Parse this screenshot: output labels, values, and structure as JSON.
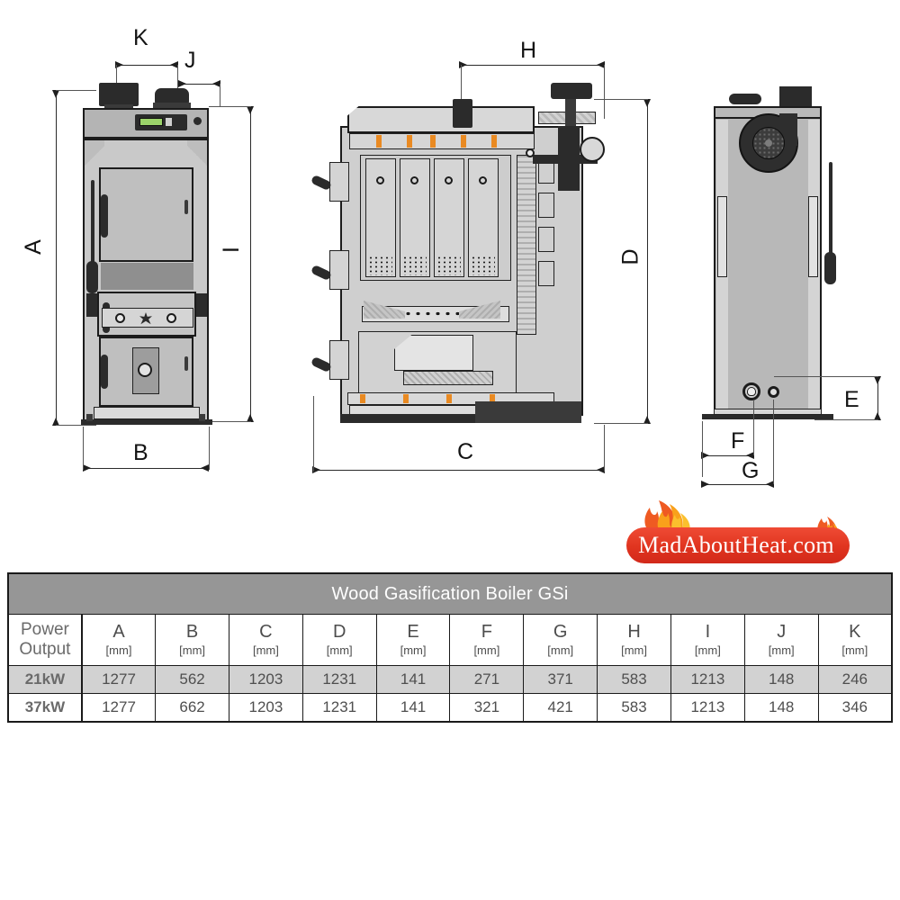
{
  "diagram": {
    "title": "Wood Gasification Boiler GSi dimensional drawing",
    "views": [
      {
        "id": "front",
        "name": "Front view"
      },
      {
        "id": "section",
        "name": "Side cross-section view"
      },
      {
        "id": "rear",
        "name": "Rear view"
      }
    ],
    "dimension_labels": {
      "A": "A",
      "B": "B",
      "C": "C",
      "D": "D",
      "E": "E",
      "F": "F",
      "G": "G",
      "H": "H",
      "I": "I",
      "J": "J",
      "K": "K"
    }
  },
  "logo": {
    "text": "MadAboutHeat.com",
    "flame_colors": [
      "#f26522",
      "#f9a11b",
      "#e8341f"
    ],
    "pill_color": "#e0341f"
  },
  "table": {
    "title": "Wood Gasification Boiler GSi",
    "first_column_header": "Power Output",
    "unit": "[mm]",
    "columns": [
      "A",
      "B",
      "C",
      "D",
      "E",
      "F",
      "G",
      "H",
      "I",
      "J",
      "K"
    ],
    "rows": [
      {
        "power": "21kW",
        "shaded": true,
        "values": [
          "1277",
          "562",
          "1203",
          "1231",
          "141",
          "271",
          "371",
          "583",
          "1213",
          "148",
          "246"
        ]
      },
      {
        "power": "37kW",
        "shaded": false,
        "values": [
          "1277",
          "662",
          "1203",
          "1231",
          "141",
          "321",
          "421",
          "583",
          "1213",
          "148",
          "346"
        ]
      }
    ],
    "header_bg": "#969696",
    "shaded_row_bg": "#d2d2d2"
  }
}
